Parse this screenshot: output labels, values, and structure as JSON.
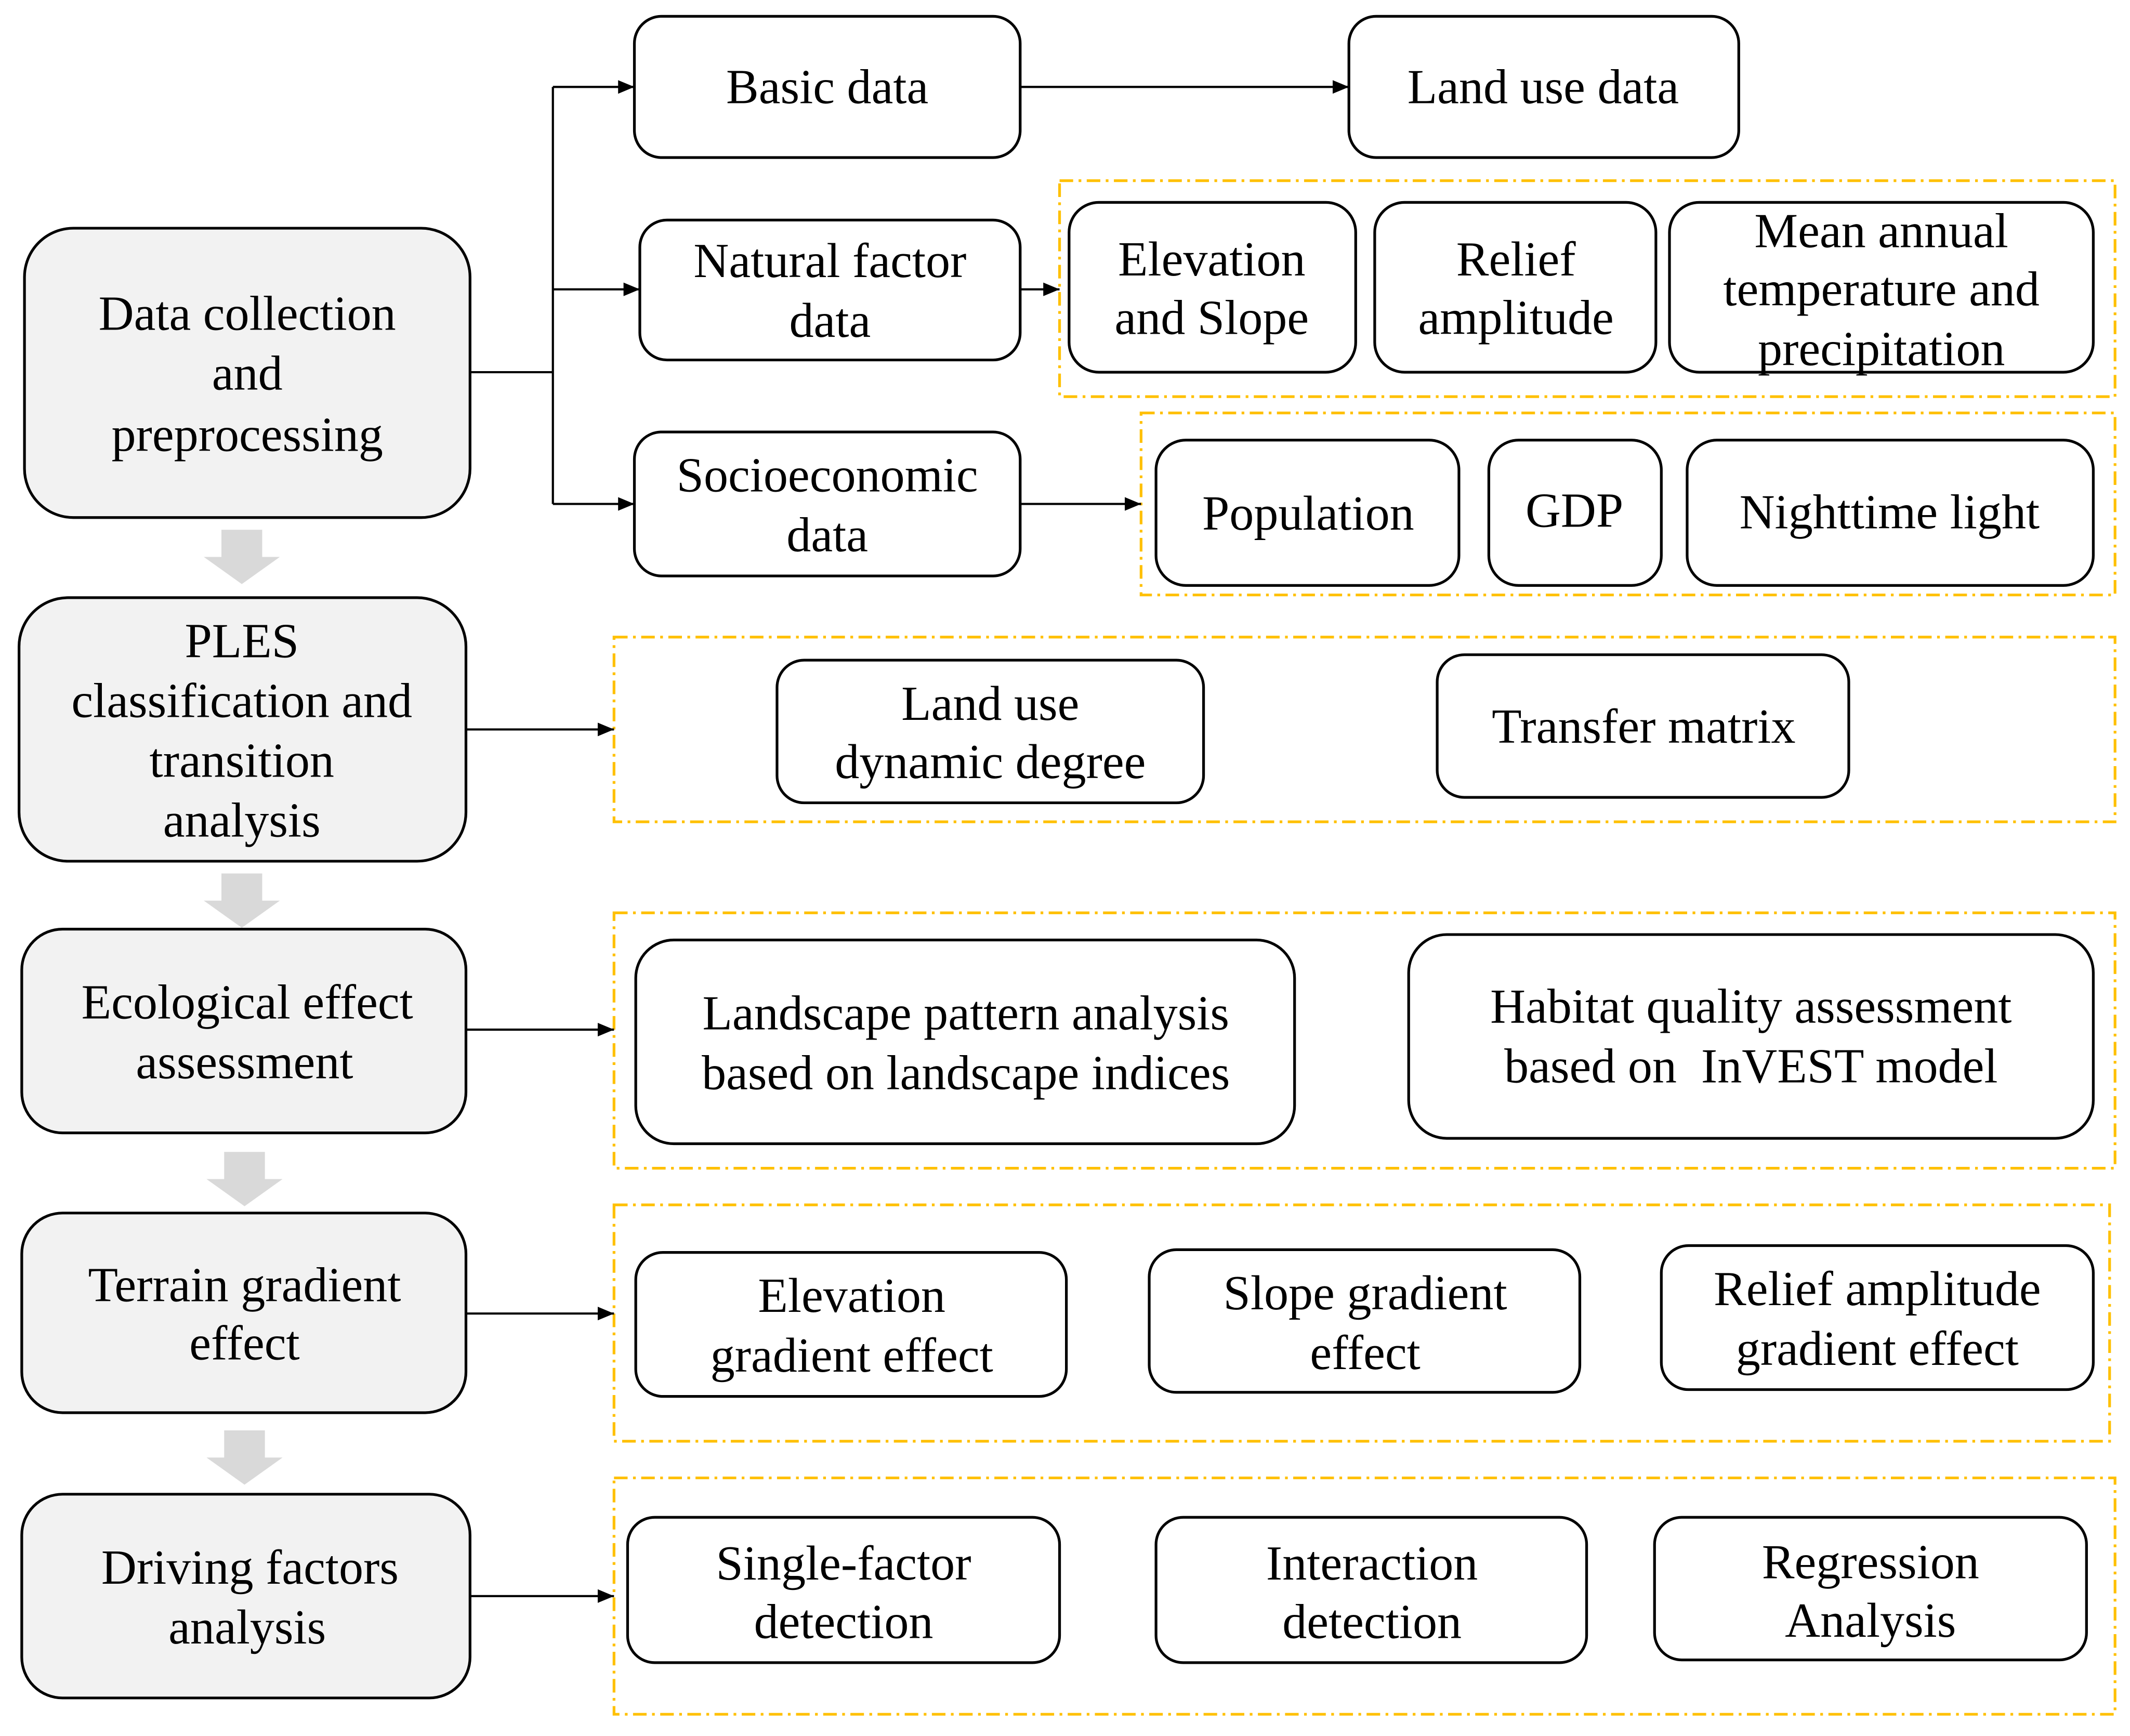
{
  "steps": {
    "data_collection": {
      "lines": [
        "Data collection",
        "and",
        "preprocessing"
      ]
    },
    "ples": {
      "lines": [
        "PLES",
        "classification and",
        "transition",
        "analysis"
      ]
    },
    "ecological": {
      "lines": [
        "Ecological effect",
        "assessment"
      ]
    },
    "terrain": {
      "lines": [
        "Terrain gradient",
        "effect"
      ]
    },
    "driving": {
      "lines": [
        "Driving factors",
        "analysis"
      ]
    }
  },
  "data_sources": {
    "basic": {
      "lines": [
        "Basic data"
      ]
    },
    "land_use": {
      "lines": [
        "Land use data"
      ]
    },
    "natural": {
      "lines": [
        "Natural factor",
        "data"
      ]
    },
    "elevation_slope": {
      "lines": [
        "Elevation",
        "and Slope"
      ]
    },
    "relief": {
      "lines": [
        "Relief",
        "amplitude"
      ]
    },
    "climate": {
      "lines": [
        "Mean annual",
        "temperature and",
        "precipitation"
      ]
    },
    "socioeconomic": {
      "lines": [
        "Socioeconomic",
        "data"
      ]
    },
    "population": {
      "lines": [
        "Population"
      ]
    },
    "gdp": {
      "lines": [
        "GDP"
      ]
    },
    "nighttime": {
      "lines": [
        "Nighttime light"
      ]
    }
  },
  "methods": {
    "dynamic_degree": {
      "lines": [
        "Land use",
        "dynamic degree"
      ]
    },
    "transfer_matrix": {
      "lines": [
        "Transfer matrix"
      ]
    },
    "landscape_pattern": {
      "lines": [
        "Landscape pattern analysis",
        "based on landscape indices"
      ]
    },
    "habitat_quality": {
      "lines": [
        "Habitat quality assessment",
        "based on  InVEST model"
      ]
    },
    "elevation_gradient": {
      "lines": [
        "Elevation",
        "gradient effect"
      ]
    },
    "slope_gradient": {
      "lines": [
        "Slope gradient",
        "effect"
      ]
    },
    "relief_gradient": {
      "lines": [
        "Relief amplitude",
        "gradient effect"
      ]
    },
    "single_factor": {
      "lines": [
        "Single-factor",
        "detection"
      ]
    },
    "interaction": {
      "lines": [
        "Interaction",
        "detection"
      ]
    },
    "regression": {
      "lines": [
        "Regression",
        "Analysis"
      ]
    }
  },
  "colors": {
    "step_fill": "#f2f2f2",
    "box_stroke": "#000000",
    "group_stroke": "#FFC000",
    "flow_arrow": "#d9d9d9"
  }
}
